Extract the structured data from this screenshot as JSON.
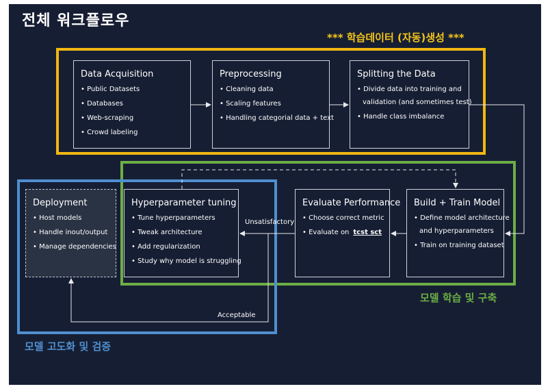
{
  "title": "전체 워크플로우",
  "regions": {
    "data_generation": "*** 학습데이터 (자동)생성 ***",
    "model_training": "모델 학습 및 구축",
    "model_refinement": "모델 고도화 및 검증"
  },
  "boxes": {
    "data_acquisition": {
      "title": "Data Acquisition",
      "items": [
        "Public Datasets",
        "Databases",
        "Web-scraping",
        "Crowd labeling"
      ]
    },
    "preprocessing": {
      "title": "Preprocessing",
      "items": [
        "Cleaning data",
        "Scaling features",
        "Handling categorial data + text"
      ]
    },
    "splitting": {
      "title": "Splitting the Data",
      "items": [
        "Divide data into training and",
        "validation (and sometimes test)",
        "Handle class imbalance"
      ]
    },
    "deployment": {
      "title": "Deployment",
      "items": [
        "Host models",
        "Handle inout/output",
        "Manage dependencies"
      ]
    },
    "hyperparameter": {
      "title": "Hyperparameter tuning",
      "items": [
        "Tune hyperparameters",
        "Tweak architecture",
        "Add regularization",
        "Study why model is struggling"
      ]
    },
    "evaluate": {
      "title": "Evaluate Performance",
      "items": [
        "Choose correct metric",
        "Evaluate on",
        "tcst sct"
      ]
    },
    "build_train": {
      "title": "Build + Train Model",
      "items": [
        "Define model architecture",
        "and hyperparameters",
        "Train on training dataset"
      ]
    }
  },
  "arrow_labels": {
    "unsatisfactory": "Unsatisfactory",
    "acceptable": "Acceptable"
  },
  "colors": {
    "background": "#161e33",
    "yellow": "#f2b712",
    "green": "#6cae45",
    "blue": "#4f8fd0"
  }
}
